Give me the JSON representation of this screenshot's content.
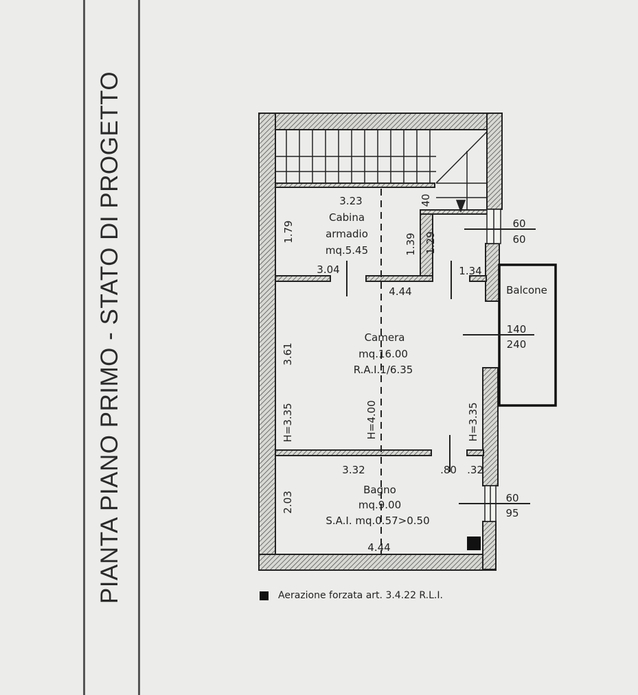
{
  "title": "PIANTA PIANO PRIMO - STATO DI PROGETTO",
  "rooms": {
    "cabina": {
      "name1": "Cabina",
      "name2": "armadio",
      "area": "mq.5.45"
    },
    "camera": {
      "name": "Camera",
      "area": "mq.16.00",
      "rai": "R.A.I.1/6.35"
    },
    "bagno": {
      "name": "Bagno",
      "area": "mq.9.00",
      "sai": "S.A.I. mq.0.57>0.50"
    },
    "balcone": {
      "name": "Balcone"
    }
  },
  "dimensions": {
    "d323": "3.23",
    "d179": "1.79",
    "d040": "40",
    "d139": "1.39",
    "d129": "1.29",
    "d304": "3.04",
    "d444a": "4.44",
    "d134": "1.34",
    "d361": "3.61",
    "h335a": "H=3.35",
    "h400": "H=4.00",
    "h335b": "H=3.35",
    "d332": "3.32",
    "d080": ".80",
    "d032": ".32",
    "d203": "2.03",
    "d444b": "4.44"
  },
  "windows": {
    "w1": {
      "top": "60",
      "bottom": "60"
    },
    "w2": {
      "top": "140",
      "bottom": "240"
    },
    "w3": {
      "top": "60",
      "bottom": "95"
    }
  },
  "legend": {
    "label": "Aerazione forzata art. 3.4.22 R.L.I."
  }
}
